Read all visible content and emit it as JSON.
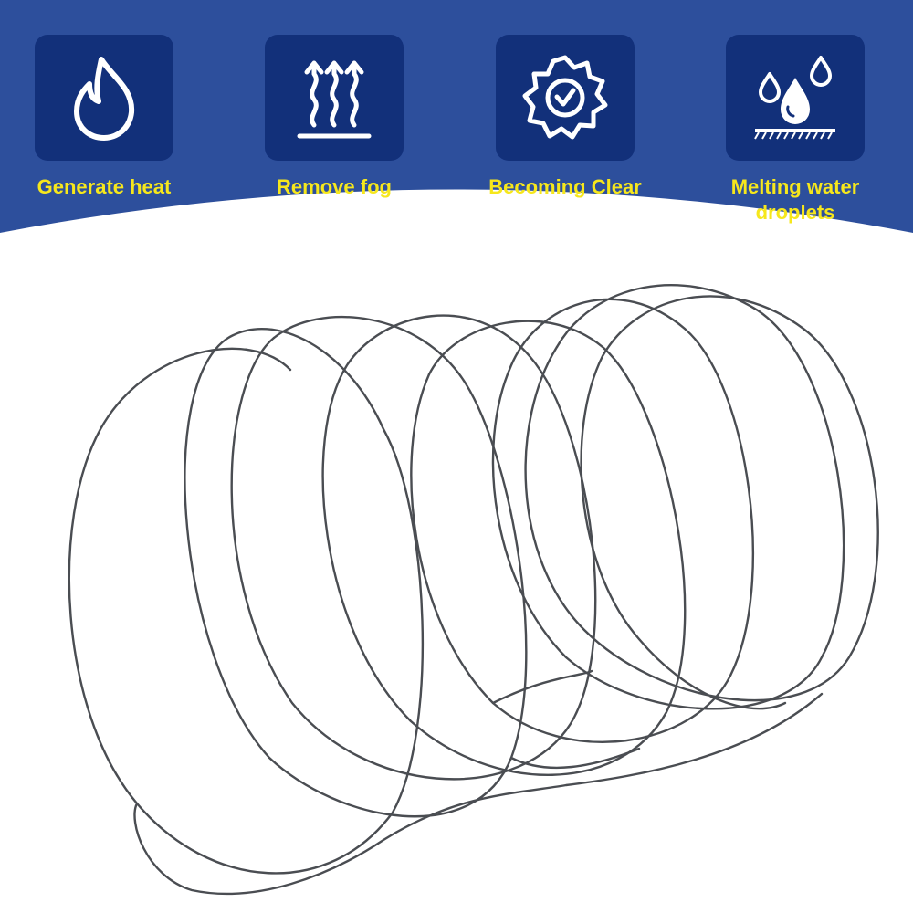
{
  "banner": {
    "background_color": "#2d4f9c",
    "tile_color": "#12307a",
    "label_color": "#f6e71c",
    "features": [
      {
        "icon": "flame-icon",
        "label": "Generate heat"
      },
      {
        "icon": "heat-waves-icon",
        "label": "Remove fog"
      },
      {
        "icon": "badge-check-icon",
        "label": "Becoming Clear"
      },
      {
        "icon": "water-droplets-icon",
        "label": "Melting water\ndroplets"
      }
    ]
  },
  "product": {
    "image": "coiled-heating-wire",
    "wire_color": "#4a4d52"
  }
}
